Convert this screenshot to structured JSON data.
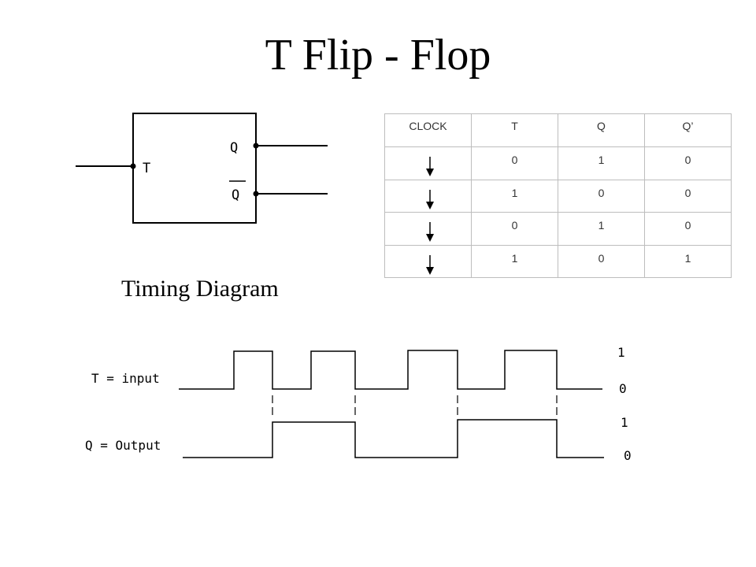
{
  "title": "T Flip - Flop",
  "block": {
    "input_label": "T",
    "q_label": "Q",
    "qbar_label": "Q"
  },
  "truth_table": {
    "headers": [
      "CLOCK",
      "T",
      "Q",
      "Q’"
    ],
    "rows": [
      {
        "t": "0",
        "q": "1",
        "qp": "0"
      },
      {
        "t": "1",
        "q": "0",
        "qp": "0"
      },
      {
        "t": "0",
        "q": "1",
        "qp": "0"
      },
      {
        "t": "1",
        "q": "0",
        "qp": "1"
      }
    ],
    "clock_symbol": "arrow-down-icon"
  },
  "timing": {
    "heading": "Timing Diagram",
    "t_label": "T = input",
    "q_label": "Q = Output",
    "t_high": "1",
    "t_low": "0",
    "q_high": "1",
    "q_low": "0"
  }
}
